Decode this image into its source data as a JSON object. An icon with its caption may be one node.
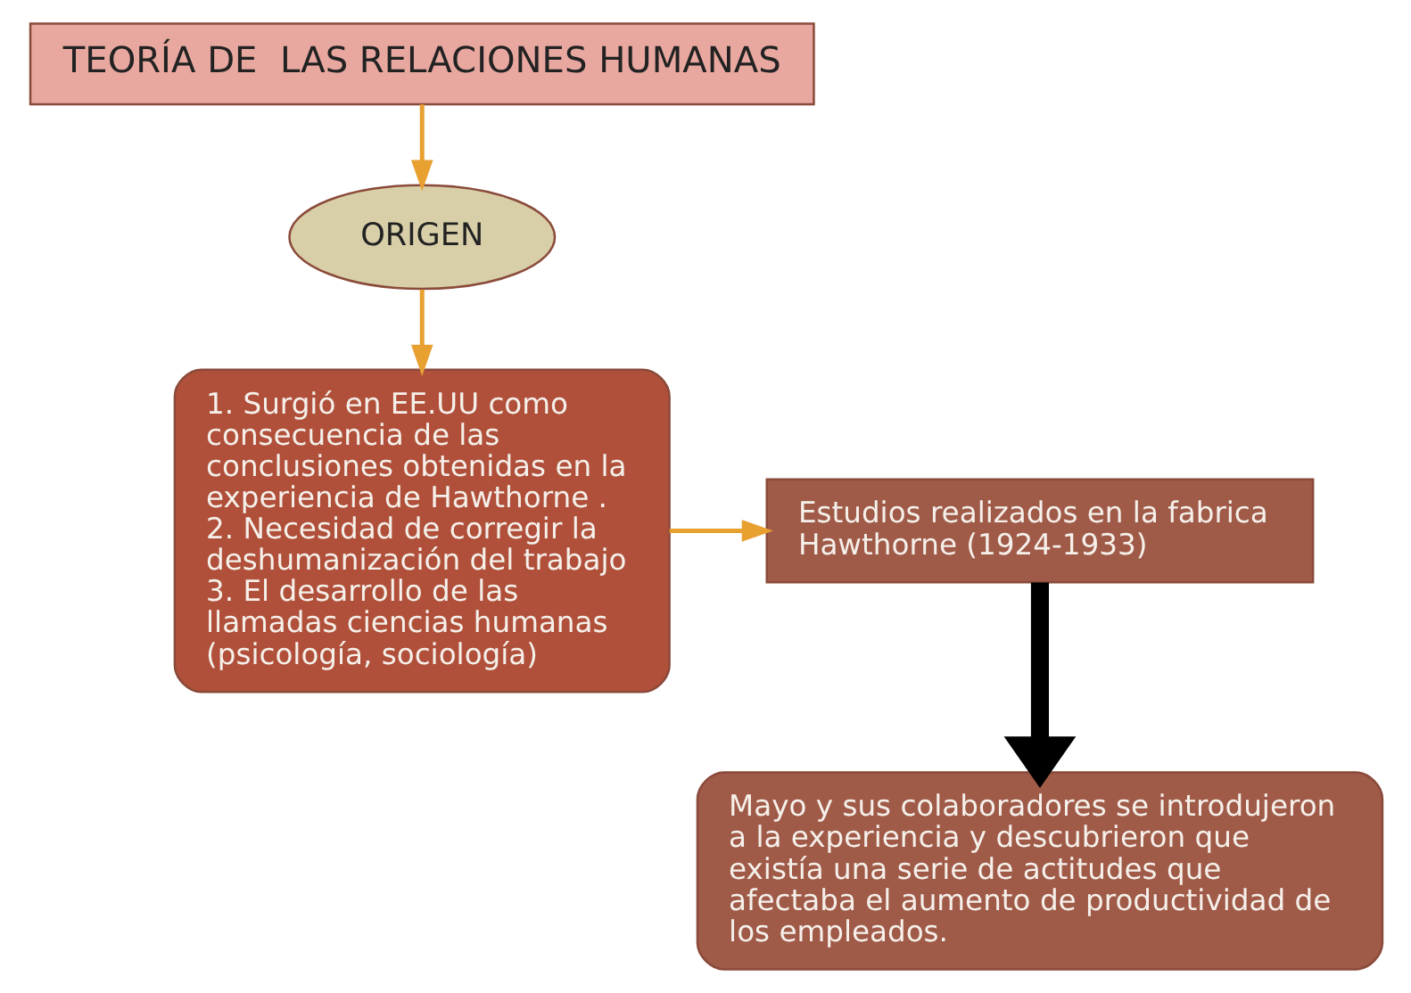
{
  "diagram": {
    "nodes": [
      {
        "text": [
          "TEORÍA DE  LAS RELACIONES HUMANAS"
        ]
      },
      {
        "text": [
          "ORIGEN"
        ]
      },
      {
        "text": [
          "1. Surgió en EE.UU como consecuencia de las conclusiones obtenidas en la experiencia de Hawthorne .",
          "2. Necesidad de corregir la deshumanización del trabajo",
          "3. El desarrollo de las llamadas ciencias humanas (psicología, sociología)"
        ]
      },
      {
        "text": [
          "Estudios realizados en la fabrica Hawthorne (1924-1933)"
        ]
      },
      {
        "text": [
          "Mayo y sus colaboradores se introdujeron a la experiencia y descubrieron que existía una serie de actitudes que afectaba el aumento de productividad de los empleados."
        ]
      }
    ],
    "edges": [
      {
        "from": 0,
        "to": 1,
        "arrow": "to"
      },
      {
        "from": 1,
        "to": 2,
        "arrow": "to"
      },
      {
        "from": 2,
        "to": 3,
        "arrow": "to"
      },
      {
        "from": 3,
        "to": 4,
        "arrow": "to",
        "style": "thick",
        "color": "#000000"
      }
    ]
  }
}
